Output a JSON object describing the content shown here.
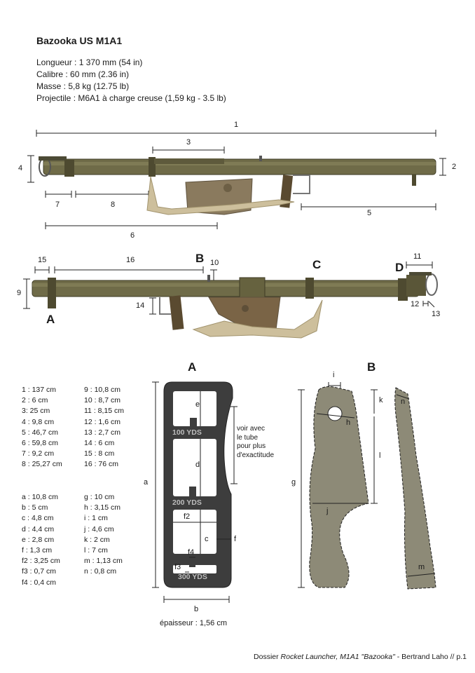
{
  "title": "Bazooka US M1A1",
  "specs": [
    "Longueur : 1 370 mm (54 in)",
    "Calibre : 60 mm (2.36 in)",
    "Masse : 5,8 kg (12.75 lb)",
    "Projectile : M6A1 à charge creuse (1,59 kg - 3.5 lb)"
  ],
  "top_view_labels": {
    "n1": "1",
    "n2": "2",
    "n3": "3",
    "n4": "4",
    "n5": "5",
    "n6": "6",
    "n7": "7",
    "n8": "8"
  },
  "side_view_labels": {
    "n9": "9",
    "n10": "10",
    "n11": "11",
    "n12": "12",
    "n13": "13",
    "n14": "14",
    "n15": "15",
    "n16": "16"
  },
  "points": {
    "A": "A",
    "B": "B",
    "C": "C",
    "D": "D"
  },
  "legend_col1": [
    "1 : 137 cm",
    "2 : 6 cm",
    "3: 25 cm",
    "4 : 9,8 cm",
    "5 : 46,7 cm",
    "6 : 59,8 cm",
    "7 : 9,2 cm",
    "8 : 25,27 cm"
  ],
  "legend_col2": [
    "9 : 10,8 cm",
    "10 : 8,7 cm",
    "11 : 8,15 cm",
    "12 : 1,6 cm",
    "13 : 2,7 cm",
    "14 : 6 cm",
    "15 : 8 cm",
    "16 : 76 cm"
  ],
  "legend_col3": [
    "a : 10,8 cm",
    "b : 5 cm",
    "c : 4,8 cm",
    "d : 4,4 cm",
    "e : 2,8 cm",
    "f : 1,3 cm",
    "f2 : 3,25 cm",
    "f3 : 0,7 cm",
    "f4 : 0,4 cm"
  ],
  "legend_col4": [
    "g : 10 cm",
    "h : 3,15 cm",
    "i : 1 cm",
    "j : 4,6 cm",
    "k : 2 cm",
    "l : 7 cm",
    "m : 1,13 cm",
    "n : 0,8 cm"
  ],
  "part_a": {
    "heading": "A",
    "markings": [
      "100 YDS",
      "200 YDS",
      "300 YDS"
    ],
    "dims": {
      "a": "a",
      "b": "b",
      "c": "c",
      "d": "d",
      "e": "e",
      "f": "f",
      "f2": "f2",
      "f3": "f3",
      "f4": "f4"
    },
    "note": [
      "voir avec",
      "le tube",
      "pour plus",
      "d'exactitude"
    ],
    "thickness": "épaisseur : 1,56 cm"
  },
  "part_b": {
    "heading": "B",
    "dims": {
      "g": "g",
      "h": "h",
      "i": "i",
      "j": "j",
      "k": "k",
      "l": "l",
      "m": "m",
      "n": "n"
    }
  },
  "footer": {
    "prefix": "Dossier ",
    "italic": "Rocket Launcher, M1A1 \"Bazooka\"",
    "suffix": " - Bertrand Laho // p.1"
  },
  "colors": {
    "tube": "#6f6b48",
    "leather": "#8a7a5e",
    "strap": "#cdbf9c",
    "part_fill": "#8d8a77",
    "sight_plate": "#3d3d3d"
  }
}
